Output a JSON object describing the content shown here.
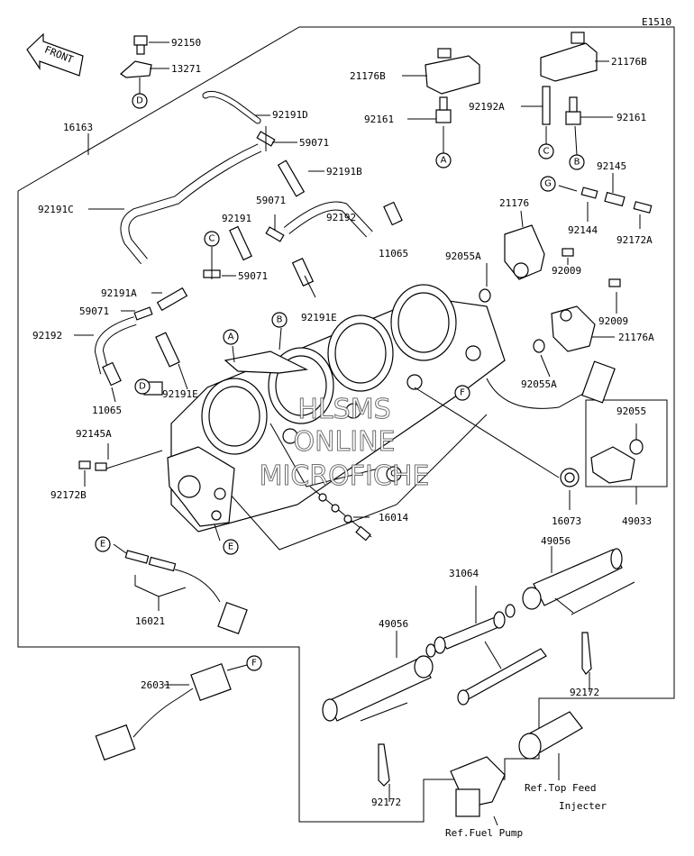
{
  "diagram_code": "E1510",
  "front_label": "FRONT",
  "watermark": [
    "HLSMS",
    "ONLINE",
    "MICROFICHE"
  ],
  "callouts": {
    "c92150": "92150",
    "c13271": "13271",
    "c92191D": "92191D",
    "c59071_top": "59071",
    "c92191B": "92191B",
    "c16163": "16163",
    "c92191C": "92191C",
    "c59071_mid": "59071",
    "c92191": "92191",
    "c92192_mid": "92192",
    "c11065_right": "11065",
    "c59071_c": "59071",
    "c92191A": "92191A",
    "c59071_left": "59071",
    "c92192_left": "92192",
    "c92191E_mid": "92191E",
    "c92191E_low": "92191E",
    "c11065_left": "11065",
    "c92145A": "92145A",
    "c92172B": "92172B",
    "c21176B_left": "21176B",
    "c92161_left": "92161",
    "c21176B_right": "21176B",
    "c92192A": "92192A",
    "c92161_right": "92161",
    "c92145": "92145",
    "c21176": "21176",
    "c92144": "92144",
    "c92172A": "92172A",
    "c92055A_top": "92055A",
    "c92009_top": "92009",
    "c92009_mid": "92009",
    "c21176A": "21176A",
    "c92055A_low": "92055A",
    "c92055": "92055",
    "c49033": "49033",
    "c16073": "16073",
    "c16014": "16014",
    "c16021": "16021",
    "c49056_right": "49056",
    "c31064": "31064",
    "c49056_left": "49056",
    "c92172_right": "92172",
    "c92172_bottom": "92172",
    "c26031": "26031",
    "ref_top_feed_1": "Ref.Top Feed",
    "ref_top_feed_2": "Injecter",
    "ref_fuel_pump": "Ref.Fuel Pump"
  },
  "markers": {
    "D_top": "D",
    "C_tube": "C",
    "B_mid": "B",
    "A_mid": "A",
    "D_left": "D",
    "E_bracket": "E",
    "E_wire": "E",
    "F_body": "F",
    "F_harness": "F",
    "G_spring": "G",
    "G_body": "G",
    "A_sensor": "A",
    "B_sensor": "B",
    "C_sensor": "C"
  }
}
